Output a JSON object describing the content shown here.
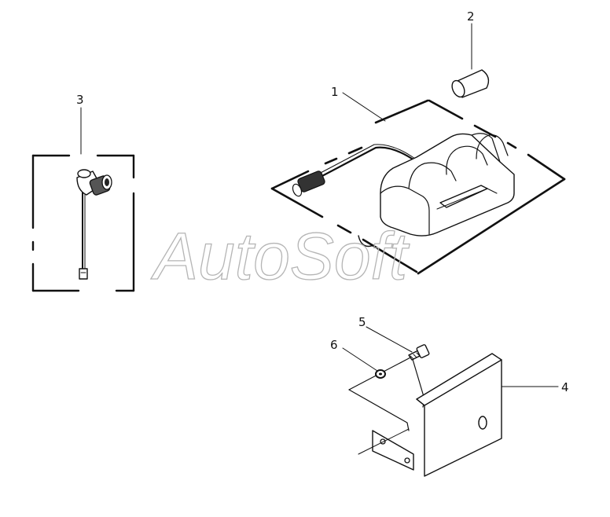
{
  "diagram": {
    "watermark": "AutoSoft",
    "callouts": [
      {
        "id": "1",
        "label": "1"
      },
      {
        "id": "2",
        "label": "2"
      },
      {
        "id": "3",
        "label": "3"
      },
      {
        "id": "4",
        "label": "4"
      },
      {
        "id": "5",
        "label": "5"
      },
      {
        "id": "6",
        "label": "6"
      }
    ],
    "colors": {
      "line": "#111111",
      "watermark": "#b5b5b5",
      "background": "#ffffff"
    }
  }
}
